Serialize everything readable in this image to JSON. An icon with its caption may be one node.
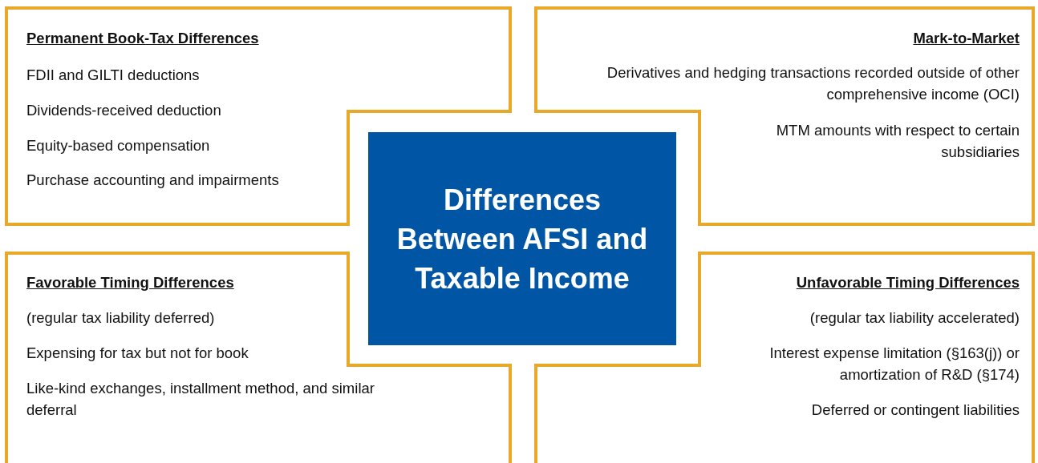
{
  "diagram": {
    "nodes": [
      {
        "text": [
          "Permanent Book-Tax Differences",
          "FDII and GILTI deductions",
          "Dividends-received deduction",
          "Equity-based compensation",
          "Purchase accounting and impairments"
        ]
      },
      {
        "text": [
          "Mark-to-Market",
          "Derivatives and hedging transactions recorded outside of other comprehensive income (OCI)",
          "MTM amounts with respect to certain subsidiaries"
        ]
      },
      {
        "text": [
          "Differences Between AFSI and Taxable Income"
        ]
      },
      {
        "text": [
          "Favorable Timing Differences",
          "(regular tax liability deferred)",
          "Expensing for tax but not for book",
          "Like-kind exchanges, installment method, and similar deferral"
        ]
      },
      {
        "text": [
          "Unfavorable Timing Differences",
          "(regular tax liability accelerated)",
          "Interest expense limitation (§163(j)) or amortization of R&D (§174)",
          "Deferred or contingent liabilities"
        ]
      }
    ]
  }
}
